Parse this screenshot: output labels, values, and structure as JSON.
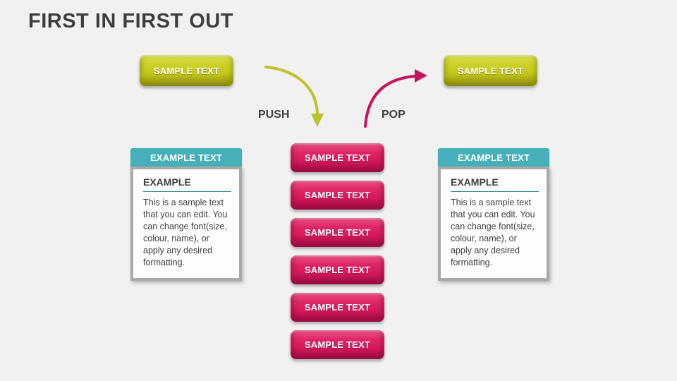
{
  "title": "FIRST IN FIRST OUT",
  "palette": {
    "background": "#f1f1f2",
    "yellow": "#c3c61b",
    "pink": "#d5195c",
    "teal": "#45b0b9",
    "gray_border": "#a9a9a9",
    "text_dark": "#3d3d3d",
    "push_arrow": "#bcc32b",
    "pop_arrow": "#c4155c"
  },
  "flow": {
    "input_button": "SAMPLE TEXT",
    "output_button": "SAMPLE TEXT",
    "push_label": "PUSH",
    "pop_label": "POP"
  },
  "stack": {
    "items": [
      "SAMPLE TEXT",
      "SAMPLE TEXT",
      "SAMPLE TEXT",
      "SAMPLE TEXT",
      "SAMPLE TEXT",
      "SAMPLE TEXT"
    ]
  },
  "example_boxes": [
    {
      "header": "EXAMPLE TEXT",
      "heading": "EXAMPLE",
      "body": "This is a sample text that you can edit. You can change font(size, colour, name), or apply any desired formatting."
    },
    {
      "header": "EXAMPLE TEXT",
      "heading": "EXAMPLE",
      "body": "This is a sample text that you can edit. You can change font(size, colour, name), or apply any desired formatting."
    }
  ]
}
